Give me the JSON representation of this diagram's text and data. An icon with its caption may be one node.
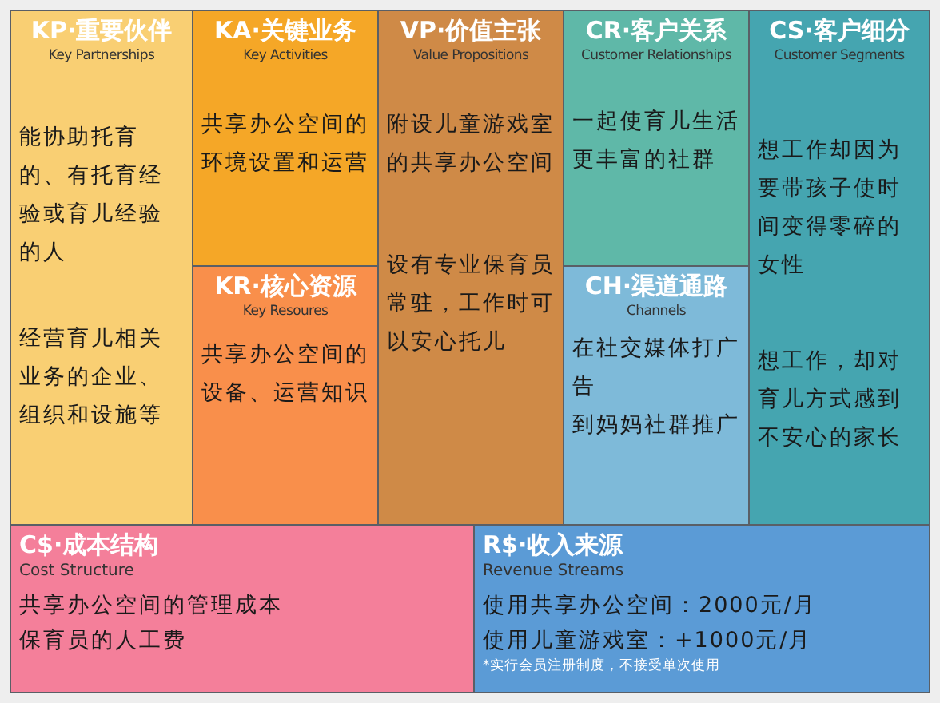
{
  "diagram": {
    "nodes": [
      {
        "text": [
          "KP·重要伙伴",
          "Key Partnerships",
          "能协助托育的、有托育经验或育儿经验的人",
          "经营育儿相关业务的企业、组织和设施等"
        ]
      },
      {
        "text": [
          "KA·关键业务",
          "Key Activities",
          "共享办公空间的环境设置和运营"
        ]
      },
      {
        "text": [
          "KR·核心资源",
          "Key Resoures",
          "共享办公空间的设备、运营知识"
        ]
      },
      {
        "text": [
          "VP·价值主张",
          "Value Propositions",
          "附设儿童游戏室的共享办公空间",
          "设有专业保育员常驻，工作时可以安心托儿"
        ]
      },
      {
        "text": [
          "CR·客户关系",
          "Customer Relationships",
          "一起使育儿生活更丰富的社群"
        ]
      },
      {
        "text": [
          "CH·渠道通路",
          "Channels",
          "在社交媒体打广告",
          "到妈妈社群推广"
        ]
      },
      {
        "text": [
          "CS·客户细分",
          "Customer Segments",
          "想工作却因为要带孩子使时间变得零碎的女性",
          "想工作，却对育儿方式感到不安心的家长"
        ]
      },
      {
        "text": [
          "C$·成本结构",
          "Cost Structure",
          "共享办公空间的管理成本",
          "保育员的人工费"
        ]
      },
      {
        "text": [
          "R$·收入来源",
          "Revenue Streams",
          "使用共享办公空间：2000元/月",
          "使用儿童游戏室：+1000元/月",
          "*实行会员注册制度，不接受单次使用"
        ]
      }
    ],
    "edges": []
  }
}
